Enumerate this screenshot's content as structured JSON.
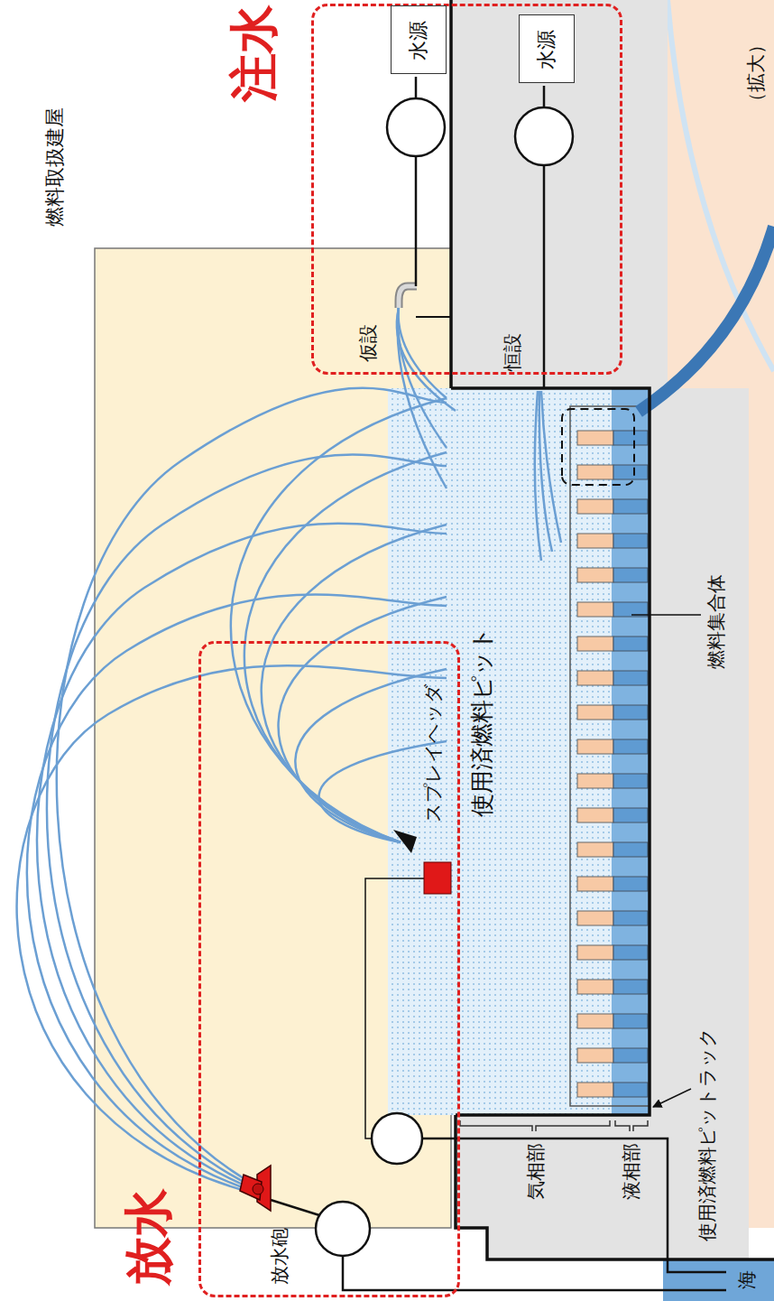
{
  "diagram": {
    "nodes": [
      {
        "text": [
          "燃料取扱建屋"
        ]
      },
      {
        "text": [
          "注水"
        ]
      },
      {
        "text": [
          "水源"
        ],
        "in": 1
      },
      {
        "text": [
          "水源"
        ],
        "in": 1
      },
      {
        "text": [
          "放水"
        ]
      },
      {
        "text": [
          "使用済燃料ピット"
        ]
      }
    ],
    "edges": [
      {
        "from": 2,
        "to": 5,
        "arrow": "none"
      },
      {
        "from": 3,
        "to": 5,
        "arrow": "none"
      }
    ],
    "labels": [
      "仮設",
      "恒設",
      "燃料集合体",
      "使用済燃料ピットラック",
      "気相部",
      "液相部",
      "スプレイヘッダ",
      "放水砲",
      "海",
      "（拡大）"
    ]
  }
}
